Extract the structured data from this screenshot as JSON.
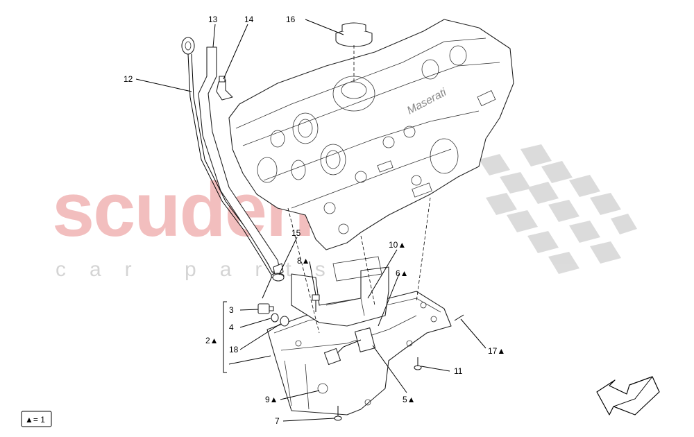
{
  "watermark": {
    "brand": "scuderia",
    "sub": "car parts"
  },
  "callouts": {
    "c2": "2▲",
    "c3": "3",
    "c4": "4",
    "c5": "5▲",
    "c6": "6▲",
    "c7": "7",
    "c8": "8▲",
    "c9": "9▲",
    "c10": "10▲",
    "c11": "11",
    "c12": "12",
    "c13": "13",
    "c14": "14",
    "c15": "15",
    "c16": "16",
    "c17": "17▲",
    "c18": "18"
  },
  "legend": {
    "text": "▲= 1"
  },
  "engraving": "Maserati"
}
